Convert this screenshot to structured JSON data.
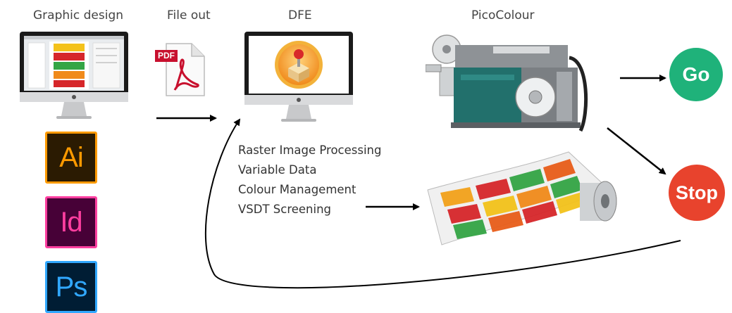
{
  "headers": {
    "graphic_design": "Graphic design",
    "file_out": "File out",
    "dfe": "DFE",
    "picocolour": "PicoColour"
  },
  "app_icons": [
    {
      "label": "Ai",
      "name": "illustrator-icon",
      "bg": "#2b1b02",
      "fg": "#ff9a00",
      "border": "#ff9a00"
    },
    {
      "label": "Id",
      "name": "indesign-icon",
      "bg": "#470137",
      "fg": "#ff3fa0",
      "border": "#ff3fa0"
    },
    {
      "label": "Ps",
      "name": "photoshop-icon",
      "bg": "#001d34",
      "fg": "#31a8ff",
      "border": "#31a8ff"
    }
  ],
  "pdf_badge": "PDF",
  "processes": [
    "Raster Image Processing",
    "Variable Data",
    "Colour Management",
    "VSDT Screening"
  ],
  "outcomes": {
    "go": {
      "label": "Go",
      "color": "#1fb27a"
    },
    "stop": {
      "label": "Stop",
      "color": "#e8432d"
    }
  }
}
